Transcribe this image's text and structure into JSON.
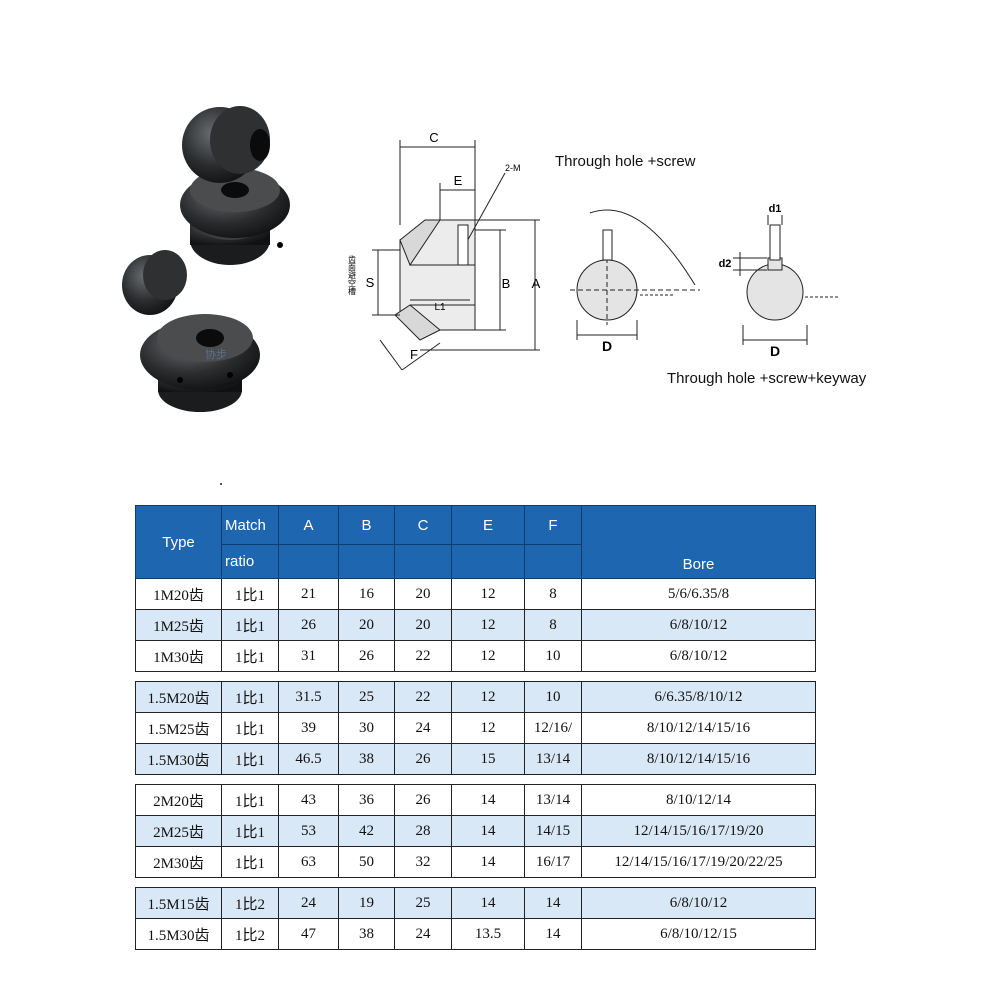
{
  "figure": {
    "diagram_labels": {
      "C": "C",
      "E": "E",
      "M": "2-M",
      "S": "S",
      "B": "B",
      "A": "A",
      "L": "L1",
      "F": "F",
      "side_note": "齿面避空槽",
      "D1": "D",
      "D2": "D",
      "d1": "d1",
      "d2": "d2"
    },
    "note_screw": "Through hole +screw",
    "note_keyway": "Through hole +screw+keyway",
    "watermark": "协步"
  },
  "table": {
    "header": {
      "type": "Type",
      "match_line1": "Match",
      "match_line2": "ratio",
      "col_a": "A",
      "col_b": "B",
      "col_c": "C",
      "col_e": "E",
      "col_f": "F",
      "bore": "Bore"
    },
    "rows": [
      {
        "type": "1M20齿",
        "ratio": "1比1",
        "a": "21",
        "b": "16",
        "c": "20",
        "e": "12",
        "f": "8",
        "bore": "5/6/6.35/8"
      },
      {
        "type": "1M25齿",
        "ratio": "1比1",
        "a": "26",
        "b": "20",
        "c": "20",
        "e": "12",
        "f": "8",
        "bore": "6/8/10/12"
      },
      {
        "type": "1M30齿",
        "ratio": "1比1",
        "a": "31",
        "b": "26",
        "c": "22",
        "e": "12",
        "f": "10",
        "bore": "6/8/10/12"
      },
      {
        "type": "1.5M20齿",
        "ratio": "1比1",
        "a": "31.5",
        "b": "25",
        "c": "22",
        "e": "12",
        "f": "10",
        "bore": "6/6.35/8/10/12"
      },
      {
        "type": "1.5M25齿",
        "ratio": "1比1",
        "a": "39",
        "b": "30",
        "c": "24",
        "e": "12",
        "f": "12/16/",
        "bore": "8/10/12/14/15/16"
      },
      {
        "type": "1.5M30齿",
        "ratio": "1比1",
        "a": "46.5",
        "b": "38",
        "c": "26",
        "e": "15",
        "f": "13/14",
        "bore": "8/10/12/14/15/16"
      },
      {
        "type": "2M20齿",
        "ratio": "1比1",
        "a": "43",
        "b": "36",
        "c": "26",
        "e": "14",
        "f": "13/14",
        "bore": "8/10/12/14"
      },
      {
        "type": "2M25齿",
        "ratio": "1比1",
        "a": "53",
        "b": "42",
        "c": "28",
        "e": "14",
        "f": "14/15",
        "bore": "12/14/15/16/17/19/20"
      },
      {
        "type": "2M30齿",
        "ratio": "1比1",
        "a": "63",
        "b": "50",
        "c": "32",
        "e": "14",
        "f": "16/17",
        "bore": "12/14/15/16/17/19/20/22/25"
      },
      {
        "type": "1.5M15齿",
        "ratio": "1比2",
        "a": "24",
        "b": "19",
        "c": "25",
        "e": "14",
        "f": "14",
        "bore": "6/8/10/12"
      },
      {
        "type": "1.5M30齿",
        "ratio": "1比2",
        "a": "47",
        "b": "38",
        "c": "24",
        "e": "13.5",
        "f": "14",
        "bore": "6/8/10/12/15"
      }
    ]
  }
}
